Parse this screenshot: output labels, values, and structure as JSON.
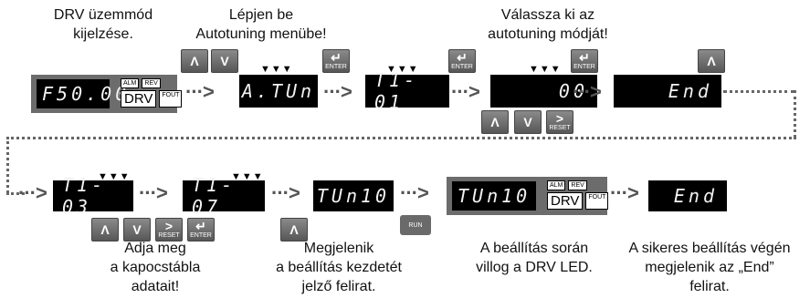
{
  "captions": {
    "c1": [
      "DRV üzemmód",
      "kijelzése."
    ],
    "c2": [
      "Lépjen be",
      "Autotuning menübe!"
    ],
    "c3": [
      "Válassza ki az",
      "autotuning módját!"
    ],
    "c4": [
      "Adja meg",
      "a kapocstábla",
      "adatait!"
    ],
    "c5": [
      "Megjelenik",
      "a beállítás kezdetét",
      "jelző felirat."
    ],
    "c6": [
      "A beállítás során",
      "villog a DRV LED."
    ],
    "c7": [
      "A sikeres beállítás végén",
      "megjelenik az „End”",
      "felirat."
    ]
  },
  "displays": {
    "d1": "F50.00",
    "d2": "A.TUn",
    "d3": "T1-01",
    "d4": "00",
    "d5": "End",
    "d6": "T1-03",
    "d7": "T1-07",
    "d8": "TUn10",
    "d9": "TUn10",
    "d10": "End"
  },
  "indicators": {
    "alm": "ALM",
    "rev": "REV",
    "drv": "DRV",
    "fout": "FOUT"
  },
  "keys": {
    "up": "Λ",
    "down": "V",
    "enter_glyph": "↵",
    "enter": "ENTER",
    "reset_glyph": ">",
    "reset": "RESET",
    "run": "RUN"
  },
  "blink_mark": "▼▼▼",
  "flow_arrow": "···>",
  "colors": {
    "display_bg": "#000000",
    "panel_bg": "#6c6c6c",
    "key_bg": "#6a6a6a",
    "arrow": "#555555"
  }
}
